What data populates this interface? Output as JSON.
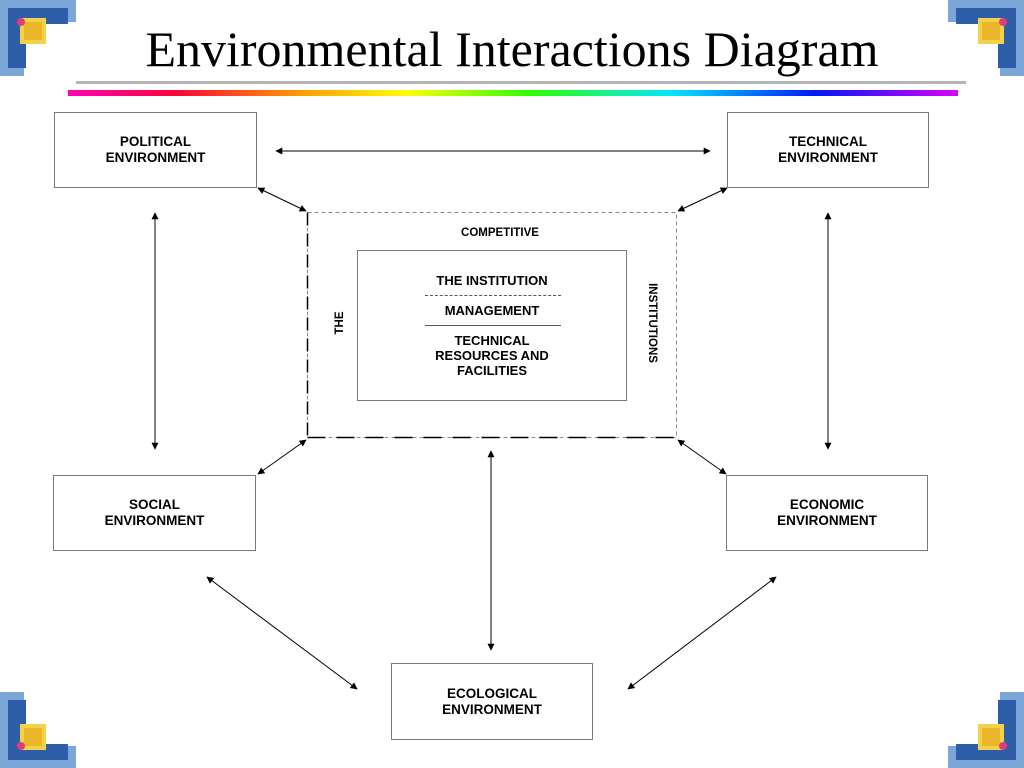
{
  "slide": {
    "title": "Environmental Interactions Diagram"
  },
  "diagram": {
    "nodes": {
      "political": "POLITICAL\nENVIRONMENT",
      "technical": "TECHNICAL\nENVIRONMENT",
      "social": "SOCIAL\nENVIRONMENT",
      "economic": "ECONOMIC\nENVIRONMENT",
      "ecological": "ECOLOGICAL\nENVIRONMENT"
    },
    "frame": {
      "top_label": "COMPETITIVE",
      "left_label": "THE",
      "right_label": "INSTITUTIONS"
    },
    "institution": {
      "heading": "THE INSTITUTION",
      "management": "MANAGEMENT",
      "resources": "TECHNICAL\nRESOURCES AND\nFACILITIES"
    }
  }
}
